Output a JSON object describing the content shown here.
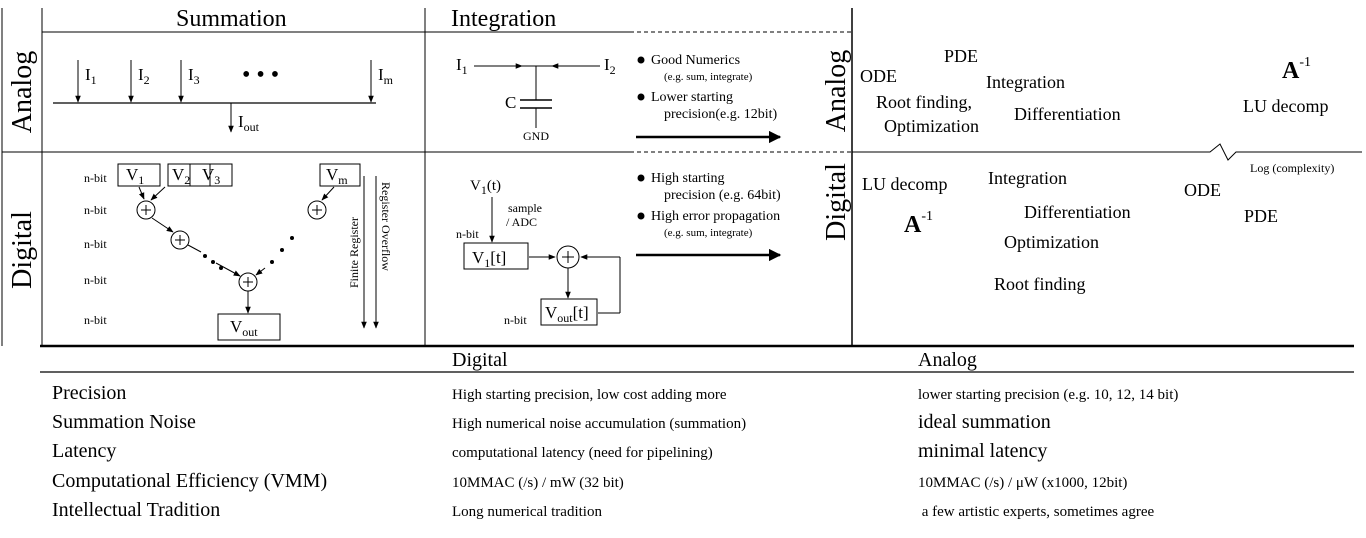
{
  "headers": {
    "summation": "Summation",
    "integration": "Integration",
    "analog_row": "Analog",
    "digital_row": "Digital",
    "analog_panel": "Analog",
    "digital_panel": "Digital"
  },
  "analog_summation": {
    "I": "I",
    "s1": "1",
    "s2": "2",
    "s3": "3",
    "sm": "m",
    "dots": "• • •",
    "Iout": "I",
    "out": "out"
  },
  "analog_integration": {
    "I1": "I",
    "s1": "1",
    "I2": "I",
    "s2": "2",
    "C": "C",
    "gnd": "GND"
  },
  "analog_bullets": {
    "b1": "Good Numerics",
    "b1_ex": "(e.g. sum, integrate)",
    "b2": "Lower starting",
    "b2_cont": "precision(e.g. 12bit)"
  },
  "digital_summation": {
    "nbit": "n-bit",
    "V": "V",
    "s1": "1",
    "s2": "2",
    "s3": "3",
    "sm": "m",
    "Vout": "V",
    "out": "out",
    "finite_register": "Finite Register",
    "register_overflow": "Register Overflow"
  },
  "digital_integration": {
    "v1t": "V",
    "v1t_sub": "1",
    "v1t_arg": "(t)",
    "sample": "sample",
    "adc": "/ ADC",
    "nbit": "n-bit",
    "v1n": "V",
    "v1n_sub": "1",
    "v1n_arg": "[t]",
    "voutn": "V",
    "voutn_sub": "out",
    "voutn_arg": "[t]"
  },
  "digital_bullets": {
    "b1": "High starting",
    "b1_cont": "precision (e.g. 64bit)",
    "b2": "High error propagation",
    "b2_ex": "(e.g. sum, integrate)"
  },
  "complexity": {
    "axis_label": "Log (complexity)",
    "analog": {
      "pde": "PDE",
      "ode": "ODE",
      "integration": "Integration",
      "root1": "Root finding,",
      "root2": "Optimization",
      "differentiation": "Differentiation",
      "ainv": "A",
      "ainv_exp": "-1",
      "lu": "LU decomp"
    },
    "digital": {
      "lu": "LU decomp",
      "integration": "Integration",
      "ode": "ODE",
      "differentiation": "Differentiation",
      "pde": "PDE",
      "ainv": "A",
      "ainv_exp": "-1",
      "optimization": "Optimization",
      "root": "Root finding"
    }
  },
  "table": {
    "columns": [
      "",
      "Digital",
      "Analog"
    ],
    "rows": [
      {
        "label": "Precision",
        "digital": "High starting precision, low cost adding more",
        "analog": "lower starting precision (e.g. 10, 12, 14 bit)"
      },
      {
        "label": "Summation Noise",
        "digital": "High numerical noise accumulation (summation)",
        "analog": "ideal summation"
      },
      {
        "label": "Latency",
        "digital": "computational latency (need for pipelining)",
        "analog": "minimal latency"
      },
      {
        "label": "Computational Efficiency (VMM)",
        "digital": "10MMAC (/s) / mW (32 bit)",
        "analog": "10MMAC (/s) / μW (x1000, 12bit)"
      },
      {
        "label": "Intellectual Tradition",
        "digital": "Long numerical tradition",
        "analog": " a few artistic experts, sometimes agree"
      }
    ]
  }
}
